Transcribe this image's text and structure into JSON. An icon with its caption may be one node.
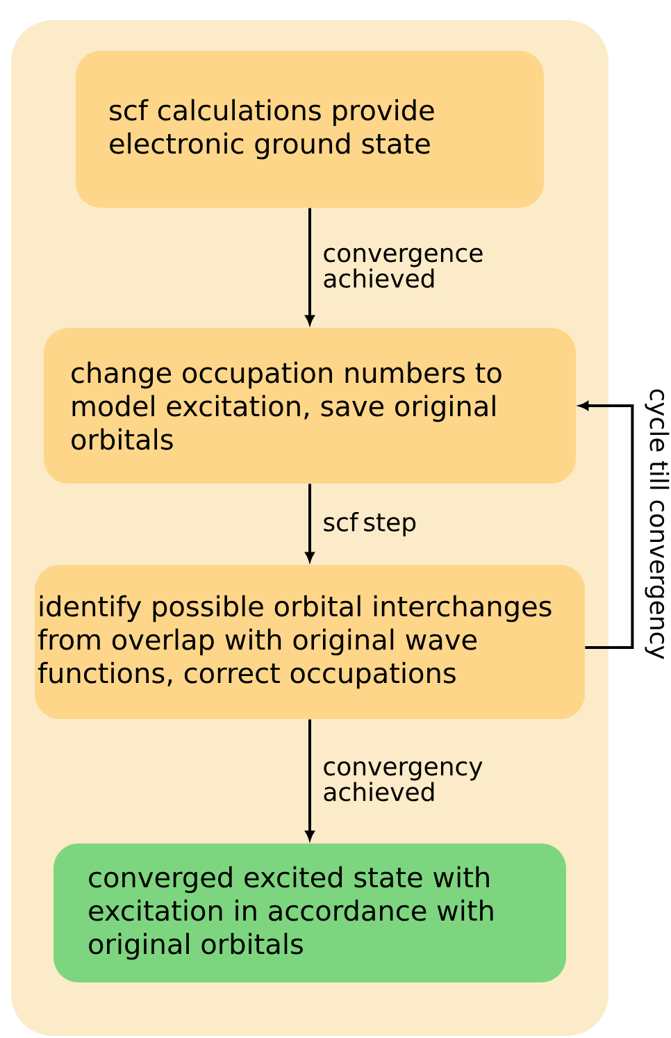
{
  "diagram": {
    "nodes": [
      {
        "text": [],
        "shape": "box"
      },
      {
        "text": [
          "scf calculations provide electronic ground state"
        ],
        "in": 0
      },
      {
        "text": [
          "change occupation numbers to model excitation, save original orbitals"
        ],
        "in": 0
      },
      {
        "text": [
          "identify possible orbital interchanges from overlap with original wave functions, correct occupations"
        ],
        "in": 0
      },
      {
        "text": [
          "converged excited state with excitation in accordance with original orbitals"
        ],
        "in": 0
      }
    ],
    "edges": [
      {
        "from": 1,
        "to": 2,
        "arrow": "to",
        "label": "convergence achieved"
      },
      {
        "from": 2,
        "to": 3,
        "arrow": "to",
        "label": "scf step"
      },
      {
        "from": 3,
        "to": 4,
        "arrow": "to",
        "label": "convergency achieved"
      },
      {
        "from": 3,
        "to": 2,
        "arrow": "to",
        "label": "cycle till convergency"
      }
    ]
  }
}
